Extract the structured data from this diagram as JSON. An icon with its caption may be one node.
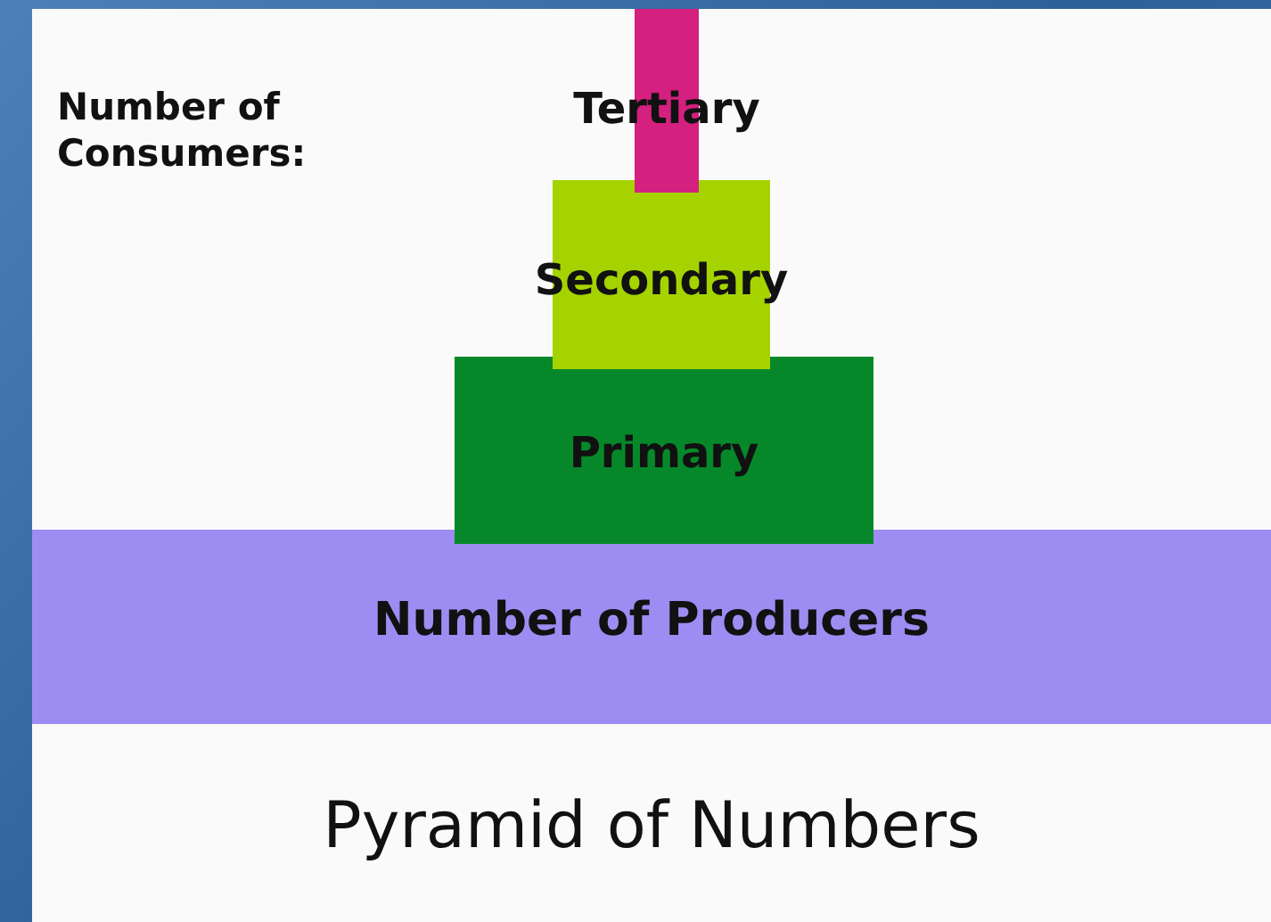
{
  "diagram": {
    "title": "Pyramid of Numbers",
    "nodes": [
      {
        "text": [
          "Number of Producers"
        ]
      },
      {
        "text": [
          "Primary"
        ]
      },
      {
        "text": [
          "Secondary"
        ]
      },
      {
        "text": [
          "Tertiary"
        ]
      }
    ],
    "labels": [
      "Number of Consumers:"
    ]
  }
}
